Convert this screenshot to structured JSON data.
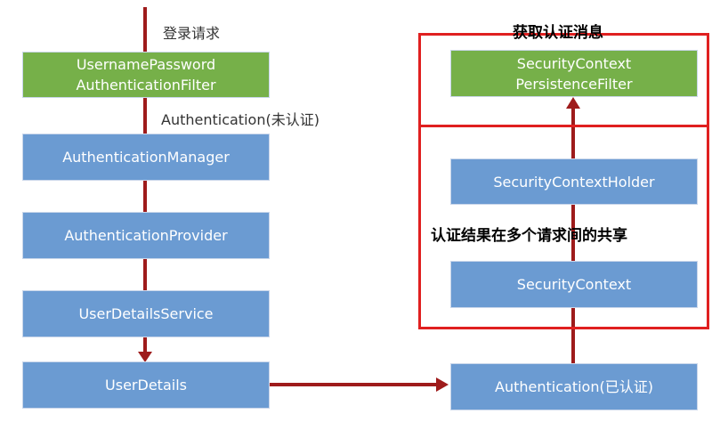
{
  "labels": {
    "login_request": "登录请求",
    "auth_unverified": "Authentication(未认证)",
    "get_auth_info": "获取认证消息",
    "shared_result": "认证结果在多个请求间的共享"
  },
  "left_column": {
    "filter_line1": "UsernamePassword",
    "filter_line2": "AuthenticationFilter",
    "manager": "AuthenticationManager",
    "provider": "AuthenticationProvider",
    "details_service": "UserDetailsService",
    "user_details": "UserDetails"
  },
  "right_column": {
    "persistence_line1": "SecurityContext",
    "persistence_line2": "PersistenceFilter",
    "holder": "SecurityContextHolder",
    "context": "SecurityContext",
    "auth_verified": "Authentication(已认证)"
  },
  "colors": {
    "blue_box": "#6b9bd2",
    "green_box": "#76b049",
    "arrow": "#9e1b1b",
    "highlight_frame": "#e02020"
  }
}
